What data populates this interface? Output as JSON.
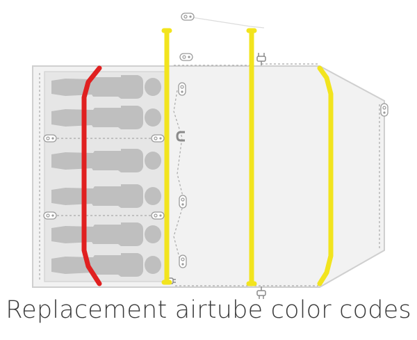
{
  "caption": "Replacement airtube color codes",
  "colors": {
    "red_tube": "#e02020",
    "yellow_tube": "#f2e41e",
    "tent_fill": "#f2f2f2",
    "inner_fill": "#e6e6e6",
    "outline": "#c8c8c8",
    "figure": "#bdbdbd",
    "line": "#a0a0a0"
  },
  "airtubes": [
    {
      "name": "red-airtube",
      "color": "red"
    },
    {
      "name": "yellow-airtube-1",
      "color": "yellow"
    },
    {
      "name": "yellow-airtube-2",
      "color": "yellow"
    },
    {
      "name": "yellow-airtube-3",
      "color": "yellow"
    }
  ],
  "sleeping_figures": 6,
  "icons": [
    "magnet-icon",
    "valve-icon",
    "peg-tab-icon"
  ]
}
